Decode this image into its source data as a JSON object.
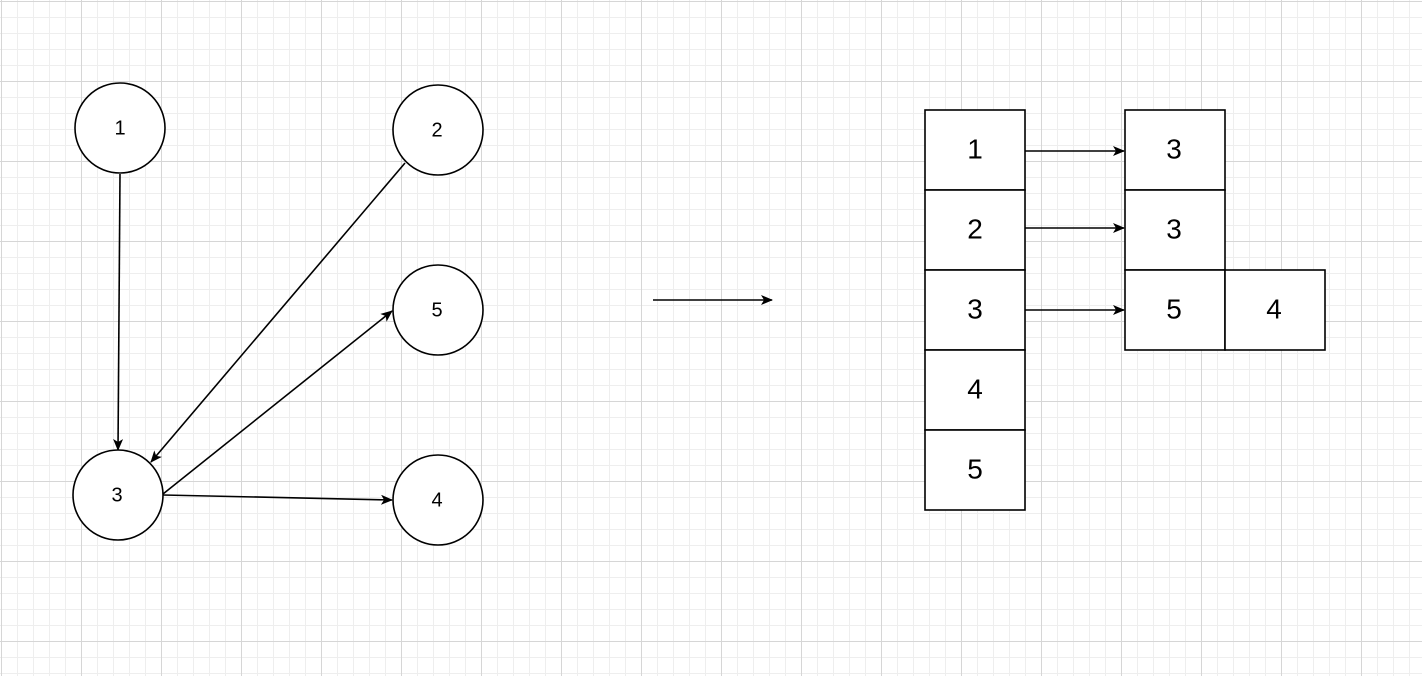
{
  "graph": {
    "nodes": [
      {
        "id": "1",
        "label": "1"
      },
      {
        "id": "2",
        "label": "2"
      },
      {
        "id": "3",
        "label": "3"
      },
      {
        "id": "4",
        "label": "4"
      },
      {
        "id": "5",
        "label": "5"
      }
    ],
    "edges": [
      {
        "from": "1",
        "to": "3"
      },
      {
        "from": "2",
        "to": "3"
      },
      {
        "from": "3",
        "to": "5"
      },
      {
        "from": "3",
        "to": "4"
      }
    ]
  },
  "adjacency_list": {
    "rows": [
      {
        "head": "1",
        "neighbors": [
          "3"
        ]
      },
      {
        "head": "2",
        "neighbors": [
          "3"
        ]
      },
      {
        "head": "3",
        "neighbors": [
          "5",
          "4"
        ]
      },
      {
        "head": "4",
        "neighbors": []
      },
      {
        "head": "5",
        "neighbors": []
      }
    ]
  }
}
